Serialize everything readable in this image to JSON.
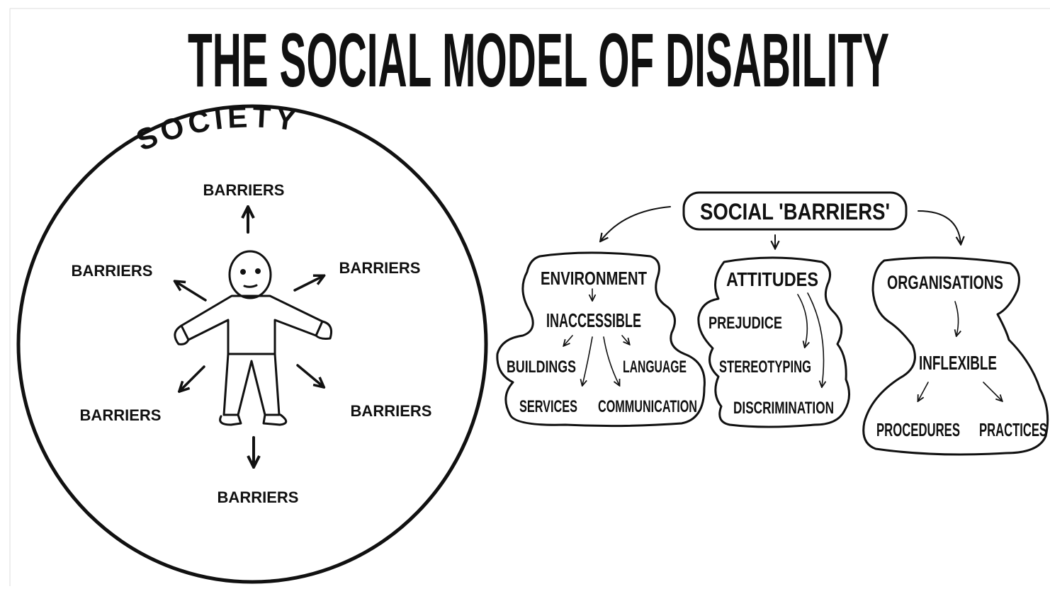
{
  "title": "THE SOCIAL MODEL OF DISABILITY",
  "society": {
    "label": "SOCIETY",
    "barriers": [
      "BARRIERS",
      "BARRIERS",
      "BARRIERS",
      "BARRIERS",
      "BARRIERS",
      "BARRIERS"
    ]
  },
  "social_barriers": {
    "label": "SOCIAL 'BARRIERS'",
    "groups": [
      {
        "heading": "ENVIRONMENT",
        "sub": "INACCESSIBLE",
        "items": [
          "BUILDINGS",
          "LANGUAGE",
          "SERVICES",
          "COMMUNICATION"
        ]
      },
      {
        "heading": "ATTITUDES",
        "items": [
          "PREJUDICE",
          "STEREOTYPING",
          "DISCRIMINATION"
        ]
      },
      {
        "heading": "ORGANISATIONS",
        "sub": "INFLEXIBLE",
        "items": [
          "PROCEDURES",
          "PRACTICES"
        ]
      }
    ]
  }
}
